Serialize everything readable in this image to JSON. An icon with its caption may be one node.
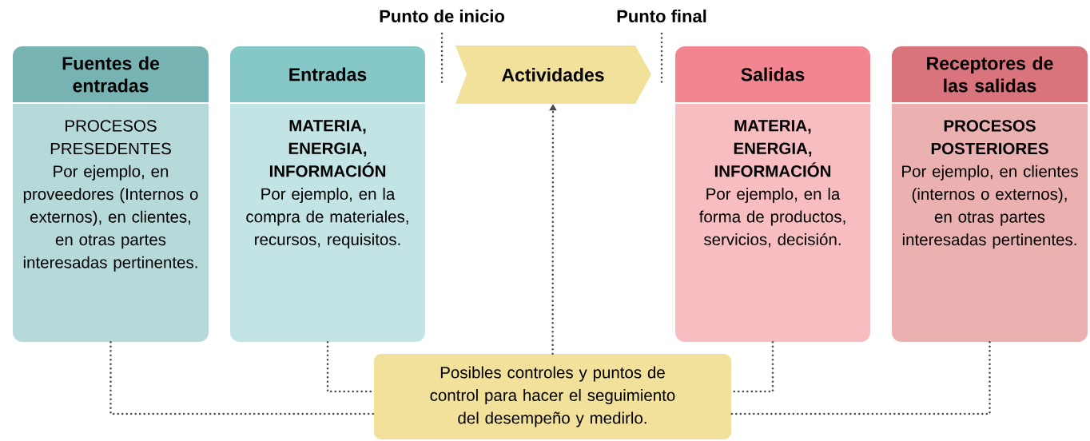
{
  "diagram": {
    "nodes": [
      {
        "text": [
          "Fuentes de entradas",
          "PROCESOS PRESEDENTES",
          "Por ejemplo, en proveedores (Internos o externos), en clientes, en otras partes interesadas pertinentes."
        ]
      },
      {
        "text": [
          "Entradas",
          "MATERIA, ENERGIA, INFORMACIÓN",
          "Por ejemplo, en la compra de materiales, recursos, requisitos."
        ]
      },
      {
        "text": [
          "Actividades"
        ]
      },
      {
        "text": [
          "Salidas",
          "MATERIA, ENERGIA, INFORMACIÓN",
          "Por ejemplo, en la forma de productos, servicios, decisión."
        ]
      },
      {
        "text": [
          "Receptores de las salidas",
          "PROCESOS POSTERIORES",
          "Por ejemplo, en clientes (internos o externos), en otras partes interesadas pertinentes."
        ]
      },
      {
        "text": [
          "Posibles controles y puntos de control para hacer el seguimiento del desempeño y medirlo."
        ]
      }
    ],
    "edges": [
      {
        "from": 0,
        "to": 5,
        "arrow": "none"
      },
      {
        "from": 1,
        "to": 5,
        "arrow": "none"
      },
      {
        "from": 3,
        "to": 5,
        "arrow": "none"
      },
      {
        "from": 4,
        "to": 5,
        "arrow": "none"
      },
      {
        "from": 5,
        "to": 2,
        "arrow": "to"
      }
    ],
    "labels": [
      "Punto de inicio",
      "Punto final"
    ]
  }
}
